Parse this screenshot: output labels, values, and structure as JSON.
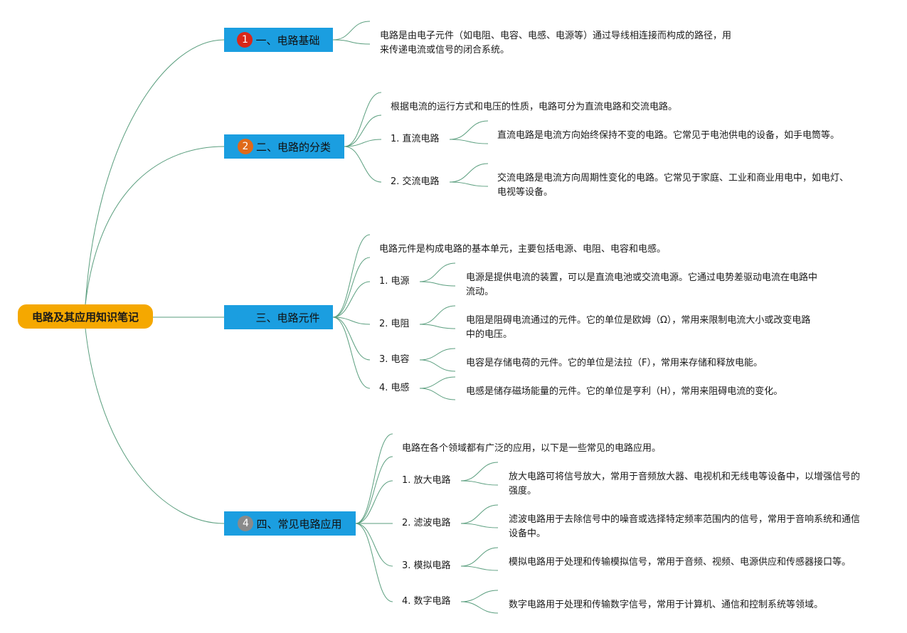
{
  "root": {
    "label": "电路及其应用知识笔记"
  },
  "colors": {
    "root": "#f5a800",
    "main": "#1b9ee0",
    "badge1": "#d9271a",
    "badge2": "#e06a1a",
    "badge4": "#8a8a8a",
    "link": "#5a9e7e"
  },
  "sections": [
    {
      "badge": "1",
      "title": "一、电路基础",
      "desc": "电路是由电子元件（如电阻、电容、电感、电源等）通过导线相连接而构成的路径，用来传递电流或信号的闭合系统。"
    },
    {
      "badge": "2",
      "title": "二、电路的分类",
      "intro": "根据电流的运行方式和电压的性质，电路可分为直流电路和交流电路。",
      "items": [
        {
          "label": "1. 直流电路",
          "desc": "直流电路是电流方向始终保持不变的电路。它常见于电池供电的设备，如手电筒等。"
        },
        {
          "label": "2. 交流电路",
          "desc": "交流电路是电流方向周期性变化的电路。它常见于家庭、工业和商业用电中，如电灯、电视等设备。"
        }
      ]
    },
    {
      "badge": "",
      "title": "三、电路元件",
      "intro": "电路元件是构成电路的基本单元，主要包括电源、电阻、电容和电感。",
      "items": [
        {
          "label": "1. 电源",
          "desc": "电源是提供电流的装置，可以是直流电池或交流电源。它通过电势差驱动电流在电路中流动。"
        },
        {
          "label": "2. 电阻",
          "desc": "电阻是阻碍电流通过的元件。它的单位是欧姆（Ω），常用来限制电流大小或改变电路中的电压。"
        },
        {
          "label": "3. 电容",
          "desc": "电容是存储电荷的元件。它的单位是法拉（F），常用来存储和释放电能。"
        },
        {
          "label": "4. 电感",
          "desc": "电感是储存磁场能量的元件。它的单位是亨利（H），常用来阻碍电流的变化。"
        }
      ]
    },
    {
      "badge": "4",
      "title": "四、常见电路应用",
      "intro": "电路在各个领域都有广泛的应用，以下是一些常见的电路应用。",
      "items": [
        {
          "label": "1. 放大电路",
          "desc": "放大电路可将信号放大，常用于音频放大器、电视机和无线电等设备中，以增强信号的强度。"
        },
        {
          "label": "2. 滤波电路",
          "desc": "滤波电路用于去除信号中的噪音或选择特定频率范围内的信号，常用于音响系统和通信设备中。"
        },
        {
          "label": "3. 模拟电路",
          "desc": "模拟电路用于处理和传输模拟信号，常用于音频、视频、电源供应和传感器接口等。"
        },
        {
          "label": "4. 数字电路",
          "desc": "数字电路用于处理和传输数字信号，常用于计算机、通信和控制系统等领域。"
        }
      ]
    }
  ]
}
